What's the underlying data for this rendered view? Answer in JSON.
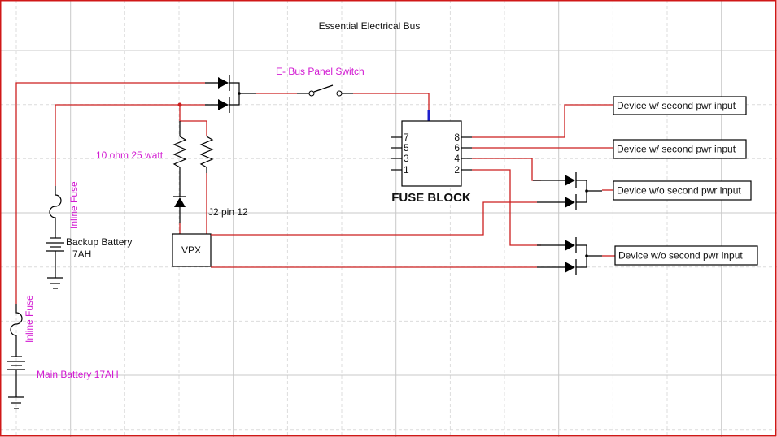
{
  "title": "Essential Electrical Bus",
  "colors": {
    "wire_live": "#cc1f1f",
    "wire_plain": "#000000",
    "bus_connector": "#1f1fcc",
    "annotation": "#d21ad2",
    "grid_major": "#c8c8c8",
    "grid_minor": "#dcdcdc",
    "border": "#d01818"
  },
  "labels": {
    "panel_switch": "E- Bus Panel Switch",
    "resistor": "10 ohm 25 watt",
    "backup_fuse": "Inline Fuse",
    "main_fuse": "Inline Fuse",
    "backup_battery_line1": "Backup Battery",
    "backup_battery_line2": "7AH",
    "main_battery": "Main Battery  17AH",
    "j2_pin": "J2 pin 12",
    "vpx": "VPX",
    "fuse_block": "FUSE BLOCK"
  },
  "fuse_block": {
    "left_pins": [
      "7",
      "5",
      "3",
      "1"
    ],
    "right_pins": [
      "8",
      "6",
      "4",
      "2"
    ]
  },
  "devices": [
    {
      "label": "Device w/ second pwr input"
    },
    {
      "label": "Device w/ second pwr input"
    },
    {
      "label": "Device w/o second pwr input"
    },
    {
      "label": "Device w/o second pwr input"
    }
  ]
}
